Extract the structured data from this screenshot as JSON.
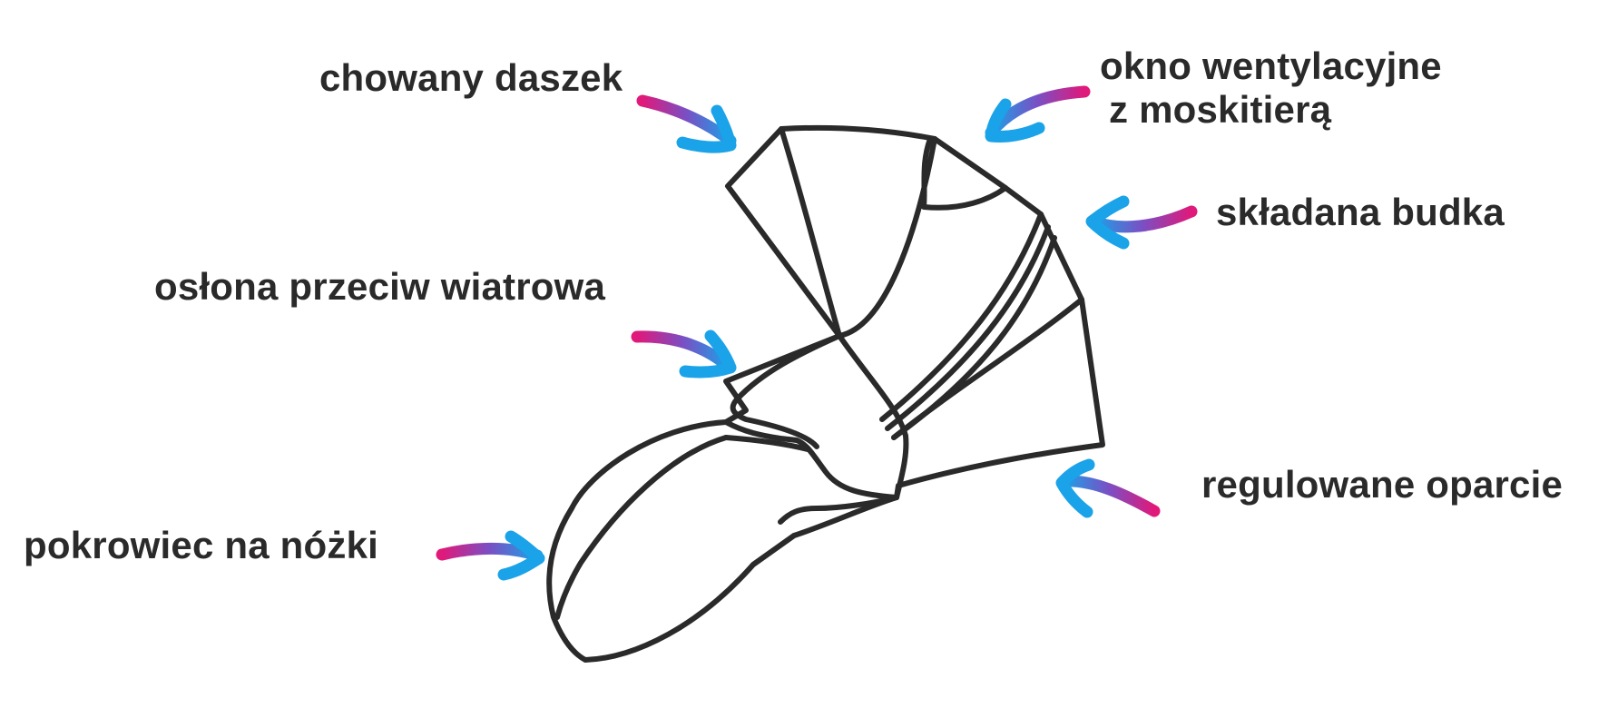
{
  "labels": {
    "canopy": "chowany daszek",
    "vent_line1": "okno wentylacyjne",
    "vent_line2": "z moskitierą",
    "hood": "składana budka",
    "windshield": "osłona przeciw wiatrowa",
    "backrest": "regulowane oparcie",
    "footmuff": "pokrowiec na nóżki"
  },
  "colors": {
    "text": "#2a2a2a",
    "outline": "#2a2a2a",
    "arrow_start": "#e0197a",
    "arrow_mid": "#7a4fc4",
    "arrow_end": "#1aa3e8",
    "background": "#ffffff"
  }
}
